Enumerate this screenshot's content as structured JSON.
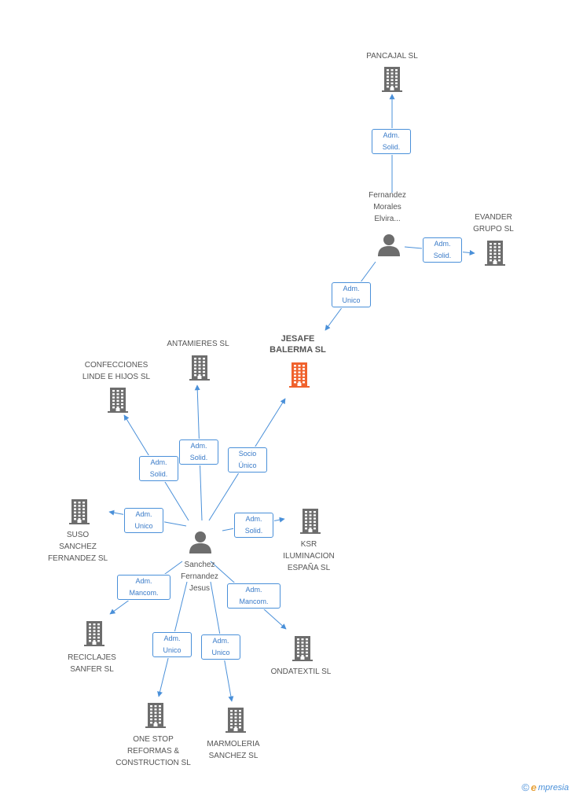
{
  "nodes": [
    {
      "id": "pancajal",
      "type": "company",
      "label": "PANCAJAL SL"
    },
    {
      "id": "fernandez",
      "type": "person",
      "label": "Fernandez\nMorales\nElvira..."
    },
    {
      "id": "evander",
      "type": "company",
      "label": "EVANDER\nGRUPO SL"
    },
    {
      "id": "jesafe",
      "type": "company",
      "label": "JESAFE\nBALERMA SL",
      "focal": true
    },
    {
      "id": "antamieres",
      "type": "company",
      "label": "ANTAMIERES  SL"
    },
    {
      "id": "confecciones",
      "type": "company",
      "label": "CONFECCIONES\nLINDE E HIJOS SL"
    },
    {
      "id": "suso",
      "type": "company",
      "label": "SUSO\nSANCHEZ\nFERNANDEZ  SL"
    },
    {
      "id": "sanchez",
      "type": "person",
      "label": "Sanchez\nFernandez\nJesus"
    },
    {
      "id": "ksr",
      "type": "company",
      "label": "KSR\nILUMINACION\nESPAÑA SL"
    },
    {
      "id": "reciclajes",
      "type": "company",
      "label": "RECICLAJES\nSANFER SL"
    },
    {
      "id": "ondatextil",
      "type": "company",
      "label": "ONDATEXTIL SL"
    },
    {
      "id": "onestop",
      "type": "company",
      "label": "ONE STOP\nREFORMAS &\nCONSTRUCTION SL"
    },
    {
      "id": "marmoleria",
      "type": "company",
      "label": "MARMOLERIA\nSANCHEZ SL"
    }
  ],
  "edges": [
    {
      "from": "fernandez",
      "to": "pancajal",
      "label": "Adm.\nSolid."
    },
    {
      "from": "fernandez",
      "to": "evander",
      "label": "Adm.\nSolid."
    },
    {
      "from": "fernandez",
      "to": "jesafe",
      "label": "Adm.\nUnico"
    },
    {
      "from": "sanchez",
      "to": "jesafe",
      "label": "Socio\nÚnico"
    },
    {
      "from": "sanchez",
      "to": "antamieres",
      "label": "Adm.\nSolid."
    },
    {
      "from": "sanchez",
      "to": "confecciones",
      "label": "Adm.\nSolid."
    },
    {
      "from": "sanchez",
      "to": "suso",
      "label": "Adm.\nUnico"
    },
    {
      "from": "sanchez",
      "to": "ksr",
      "label": "Adm.\nSolid."
    },
    {
      "from": "sanchez",
      "to": "reciclajes",
      "label": "Adm.\nMancom."
    },
    {
      "from": "sanchez",
      "to": "ondatextil",
      "label": "Adm.\nMancom."
    },
    {
      "from": "sanchez",
      "to": "onestop",
      "label": "Adm.\nUnico"
    },
    {
      "from": "sanchez",
      "to": "marmoleria",
      "label": "Adm.\nUnico"
    }
  ],
  "colors": {
    "edge": "#4a90d9",
    "company_icon": "#6d6d6d",
    "focal_icon": "#f0622d",
    "person_icon": "#6d6d6d"
  },
  "brand": {
    "copyright": "©",
    "initial": "e",
    "name": "mpresia"
  }
}
